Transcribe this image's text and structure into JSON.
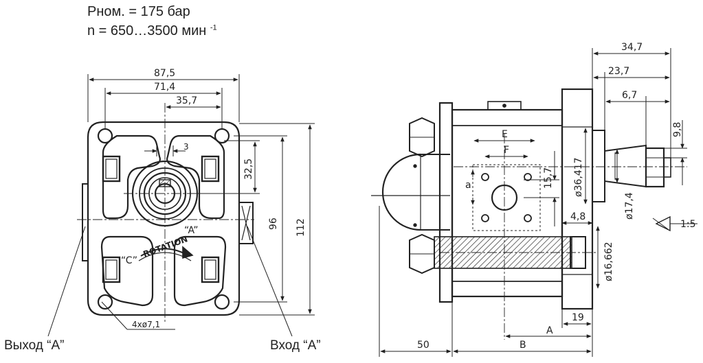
{
  "specs": {
    "pressure": "Pном. = 175 бар",
    "speed": "n = 650…3500 мин",
    "speed_exp": "-1"
  },
  "labels": {
    "outlet": "Выход “A”",
    "inlet": "Вход “A”"
  },
  "front_view": {
    "dim_width_total": "87,5",
    "dim_width_bolts": "71,4",
    "dim_half_width": "35,7",
    "dim_height_total": "112",
    "dim_height_bolts": "96",
    "dim_port_offset": "32,5",
    "dim_small": "3",
    "hole_note": "4xø7,1",
    "mark_a": "“A”",
    "mark_c": "“C”",
    "rotation": "ROTATION"
  },
  "side_view": {
    "dim_34_7": "34,7",
    "dim_23_7": "23,7",
    "dim_6_7": "6,7",
    "dim_9_8": "9,8",
    "dim_36_417": "ø36,417",
    "dim_15_7": "15,7",
    "dim_17_4": "ø17,4",
    "dim_4_8": "4,8",
    "dim_16_662": "ø16,662",
    "dim_taper": "1:5",
    "dim_19": "19",
    "dim_50": "50",
    "label_a": "A",
    "label_b": "B",
    "label_e": "E",
    "label_f": "F",
    "label_a_small": "a"
  }
}
